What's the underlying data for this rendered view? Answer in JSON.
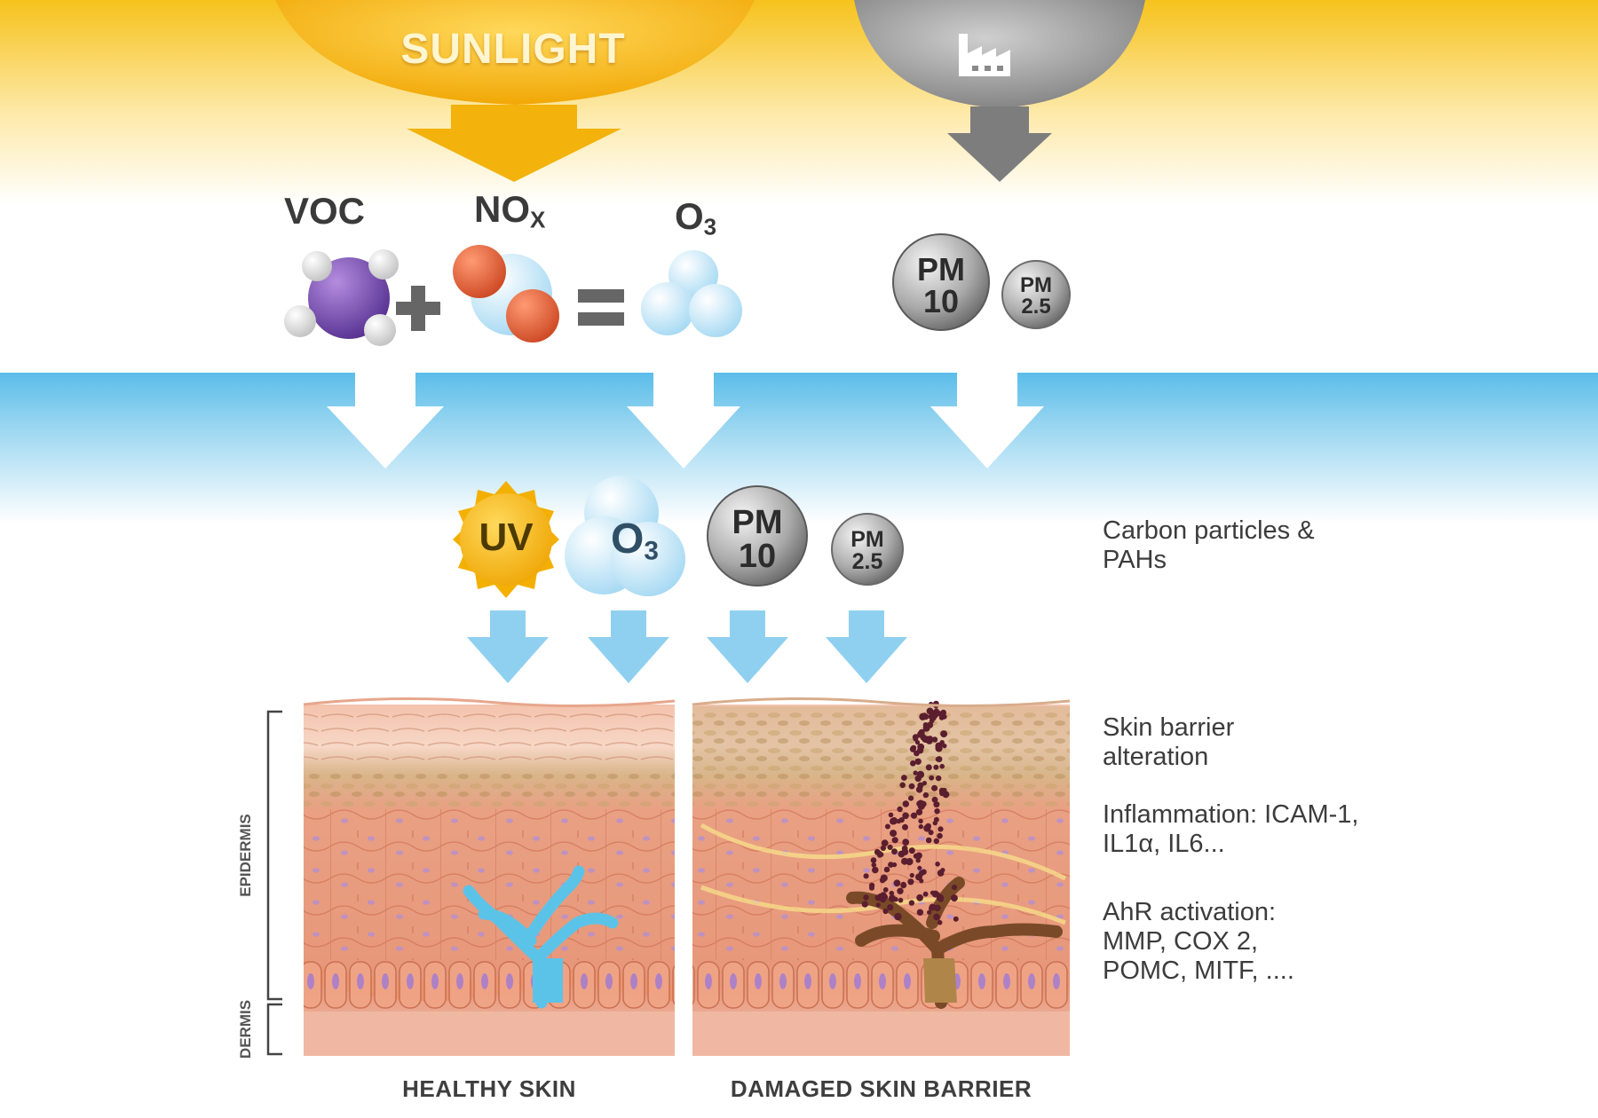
{
  "sources": {
    "sunlight": "SUNLIGHT",
    "industry_icon": "factory-icon"
  },
  "reaction": {
    "voc": "VOC",
    "nox_base": "NO",
    "nox_sub": "X",
    "o3_base": "O",
    "o3_sub": "3",
    "plus": "+",
    "equals": "="
  },
  "particles": {
    "pm10_top": "PM",
    "pm10_bottom": "10",
    "pm25_top": "PM",
    "pm25_bottom": "2.5"
  },
  "exposure": {
    "uv": "UV",
    "o3_base": "O",
    "o3_sub": "3",
    "pm10_top": "PM",
    "pm10_bottom": "10",
    "pm25_top": "PM",
    "pm25_bottom": "2.5"
  },
  "side_notes": {
    "carbon": "Carbon particles & PAHs",
    "barrier": "Skin barrier alteration",
    "inflammation": "Inflammation: ICAM-1, IL1α, IL6...",
    "ahr": "AhR activation: MMP, COX 2, POMC, MITF, ...."
  },
  "layers": {
    "epidermis": "EPIDERMIS",
    "dermis": "DERMIS"
  },
  "captions": {
    "healthy": "HEALTHY SKIN",
    "damaged": "DAMAGED SKIN BARRIER"
  },
  "colors": {
    "sun": "#f4b000",
    "pollution": "#8a8a8a",
    "sky_band": "#63c0ec",
    "voc": "#7a4fb5",
    "nox": "#e0603a",
    "o3": "#bfe6f8",
    "skin": "#e9a17f",
    "melanocyte_healthy": "#62c4e6",
    "melanocyte_damaged": "#7a4a28"
  }
}
